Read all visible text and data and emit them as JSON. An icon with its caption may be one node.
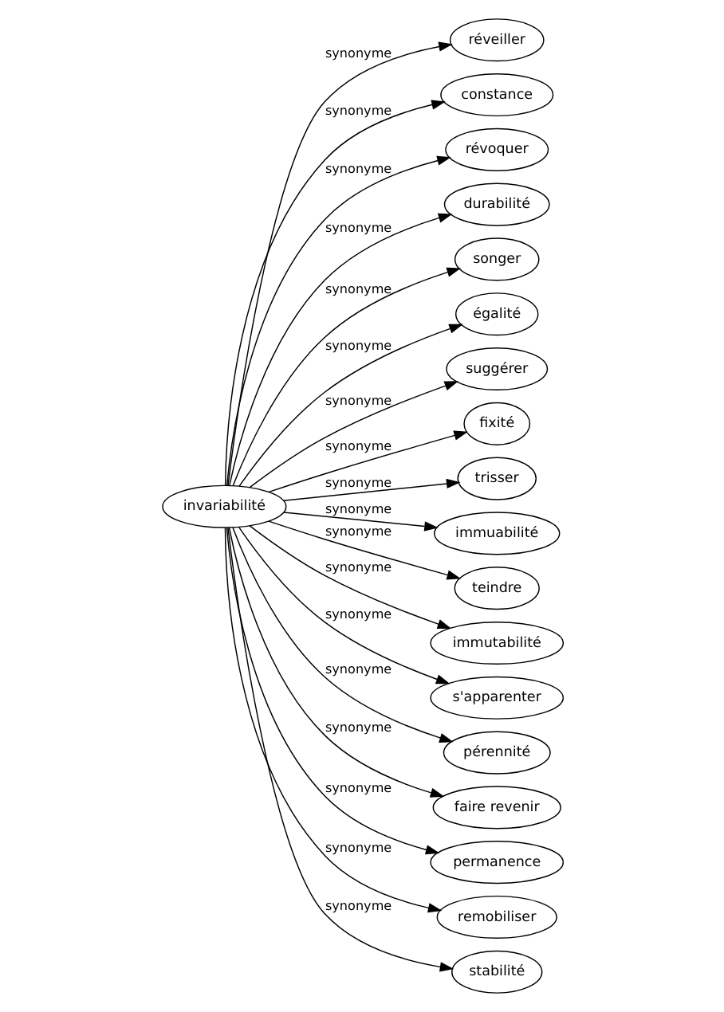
{
  "diagram": {
    "nodes": [
      {
        "text": [
          "invariabilité"
        ]
      },
      {
        "text": [
          "réveiller"
        ]
      },
      {
        "text": [
          "constance"
        ]
      },
      {
        "text": [
          "révoquer"
        ]
      },
      {
        "text": [
          "durabilité"
        ]
      },
      {
        "text": [
          "songer"
        ]
      },
      {
        "text": [
          "égalité"
        ]
      },
      {
        "text": [
          "suggérer"
        ]
      },
      {
        "text": [
          "fixité"
        ]
      },
      {
        "text": [
          "trisser"
        ]
      },
      {
        "text": [
          "immuabilité"
        ]
      },
      {
        "text": [
          "teindre"
        ]
      },
      {
        "text": [
          "immutabilité"
        ]
      },
      {
        "text": [
          "s'apparenter"
        ]
      },
      {
        "text": [
          "pérennité"
        ]
      },
      {
        "text": [
          "faire revenir"
        ]
      },
      {
        "text": [
          "permanence"
        ]
      },
      {
        "text": [
          "remobiliser"
        ]
      },
      {
        "text": [
          "stabilité"
        ]
      }
    ],
    "edges": [
      {
        "from": 0,
        "to": 1,
        "arrow": "to",
        "label": "synonyme"
      },
      {
        "from": 0,
        "to": 2,
        "arrow": "to",
        "label": "synonyme"
      },
      {
        "from": 0,
        "to": 3,
        "arrow": "to",
        "label": "synonyme"
      },
      {
        "from": 0,
        "to": 4,
        "arrow": "to",
        "label": "synonyme"
      },
      {
        "from": 0,
        "to": 5,
        "arrow": "to",
        "label": "synonyme"
      },
      {
        "from": 0,
        "to": 6,
        "arrow": "to",
        "label": "synonyme"
      },
      {
        "from": 0,
        "to": 7,
        "arrow": "to",
        "label": "synonyme"
      },
      {
        "from": 0,
        "to": 8,
        "arrow": "to",
        "label": "synonyme"
      },
      {
        "from": 0,
        "to": 9,
        "arrow": "to",
        "label": "synonyme"
      },
      {
        "from": 0,
        "to": 10,
        "arrow": "to",
        "label": "synonyme"
      },
      {
        "from": 0,
        "to": 11,
        "arrow": "to",
        "label": "synonyme"
      },
      {
        "from": 0,
        "to": 12,
        "arrow": "to",
        "label": "synonyme"
      },
      {
        "from": 0,
        "to": 13,
        "arrow": "to",
        "label": "synonyme"
      },
      {
        "from": 0,
        "to": 14,
        "arrow": "to",
        "label": "synonyme"
      },
      {
        "from": 0,
        "to": 15,
        "arrow": "to",
        "label": "synonyme"
      },
      {
        "from": 0,
        "to": 16,
        "arrow": "to",
        "label": "synonyme"
      },
      {
        "from": 0,
        "to": 17,
        "arrow": "to",
        "label": "synonyme"
      },
      {
        "from": 0,
        "to": 18,
        "arrow": "to",
        "label": "synonyme"
      }
    ]
  }
}
